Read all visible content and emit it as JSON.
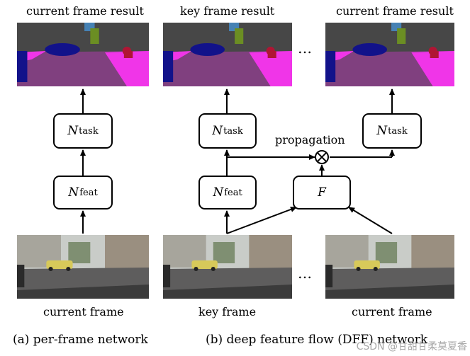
{
  "top_labels": {
    "left": "current frame result",
    "middle": "key frame result",
    "right": "current frame result"
  },
  "bottom_labels": {
    "left": "current frame",
    "middle": "key frame",
    "right": "current frame"
  },
  "captions": {
    "a": "(a) per-frame network",
    "b": "(b) deep feature flow (DFF) network"
  },
  "nodes": {
    "n_task": {
      "symbol": "N",
      "sub": "task"
    },
    "n_feat": {
      "symbol": "N",
      "sub": "feat"
    },
    "flow": {
      "symbol": "F"
    }
  },
  "propagation_label": "propagation",
  "ellipsis": "…",
  "watermark": "CSDN @甘甜甘柔莫夏香",
  "colors": {
    "seg_road": "#80407f",
    "seg_sidewalk": "#f035e8",
    "seg_building": "#474747",
    "seg_car": "#12128a",
    "seg_person": "#b01534",
    "seg_vegetation": "#6b8e23",
    "seg_sky": "#4682b4"
  }
}
